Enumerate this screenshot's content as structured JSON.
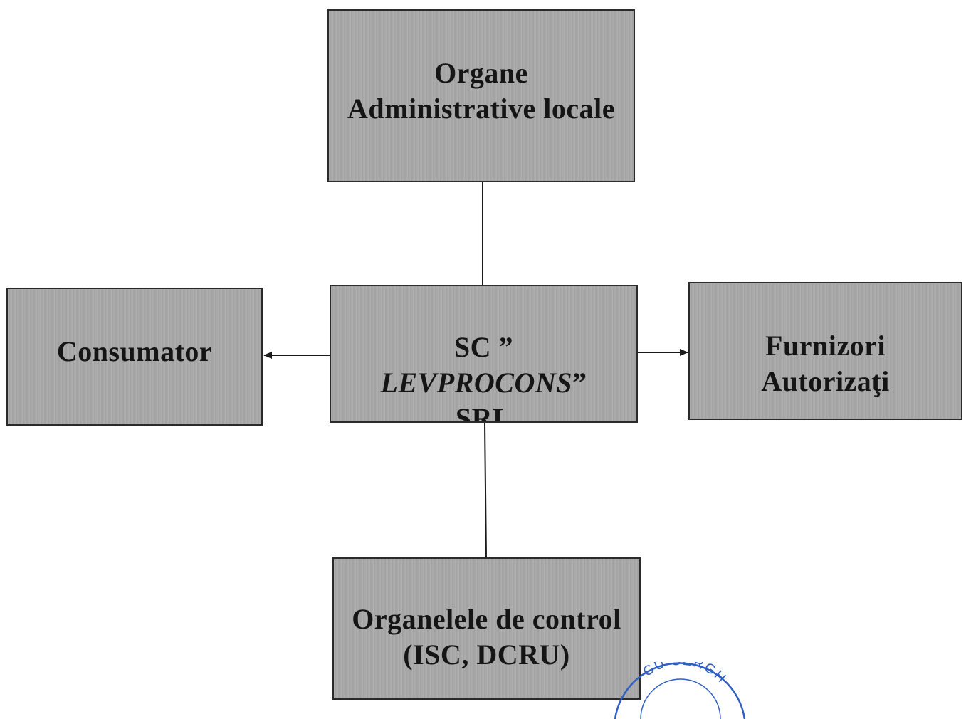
{
  "diagram": {
    "boxes": {
      "top": {
        "line1": "Organe",
        "line2": "Administrative locale"
      },
      "left": {
        "line1": "Consumator"
      },
      "center": {
        "line1": "SC ”",
        "line2_italic": "LEVPROCONS",
        "line2_suffix": "”",
        "line3": "SRL"
      },
      "right": {
        "line1": "Furnizori",
        "line2": "Autorizaţi"
      },
      "bottom": {
        "line1": "Organelele de control",
        "line2": "(ISC, DCRU)"
      }
    },
    "connectors": [
      {
        "from": "top",
        "to": "center",
        "arrow": false
      },
      {
        "from": "center",
        "to": "left",
        "arrow": true
      },
      {
        "from": "center",
        "to": "right",
        "arrow": true
      },
      {
        "from": "center",
        "to": "bottom",
        "arrow": false
      }
    ],
    "colors": {
      "box_fill": "#a9a9a9",
      "box_border": "#2a2a2a",
      "text": "#151515",
      "line": "#1a1a1a",
      "stamp": "#2f5fc4"
    },
    "stamp_text": "CU SERGH"
  }
}
